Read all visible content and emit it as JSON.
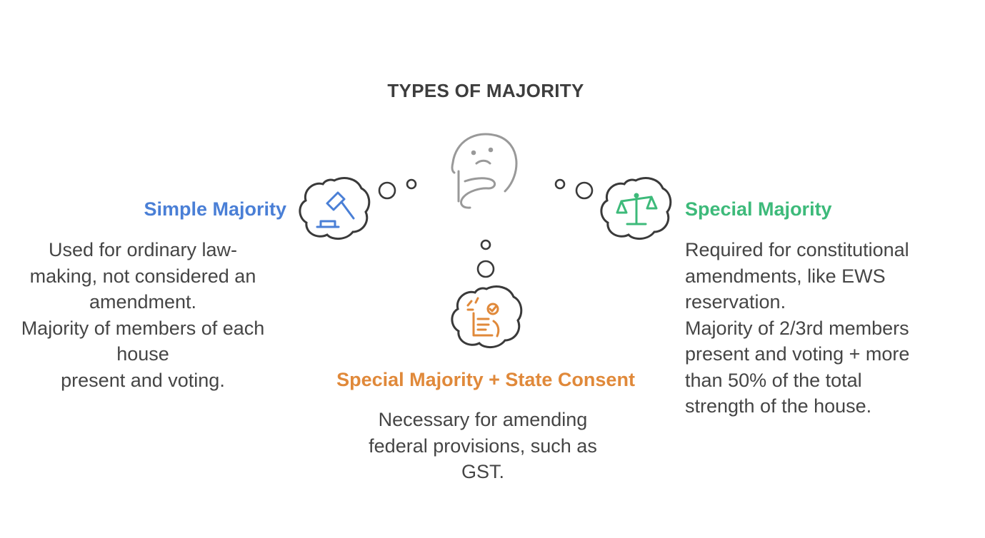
{
  "title": "TYPES OF MAJORITY",
  "colors": {
    "title": "#3d3d3d",
    "body_text": "#454545",
    "outline": "#3a3a3a",
    "simple": "#4a7fd6",
    "special": "#3dba7a",
    "state": "#e0893a"
  },
  "center_icon": "thinking-face-icon",
  "nodes": {
    "simple": {
      "icon": "gavel-icon",
      "heading": "Simple Majority",
      "lines": [
        "Used for ordinary law-",
        "making, not considered an",
        "amendment.",
        "Majority of members of each",
        "house",
        "present and voting."
      ]
    },
    "special": {
      "icon": "scales-icon",
      "heading": "Special Majority",
      "lines": [
        "Required for constitutional",
        "amendments, like EWS",
        "reservation.",
        "Majority of 2/3rd members",
        "present and voting + more",
        "than 50% of the total",
        "strength of the house."
      ]
    },
    "state": {
      "icon": "document-check-icon",
      "heading": "Special Majority + State Consent",
      "lines": [
        "Necessary for amending",
        "federal provisions, such as",
        "GST."
      ]
    }
  }
}
